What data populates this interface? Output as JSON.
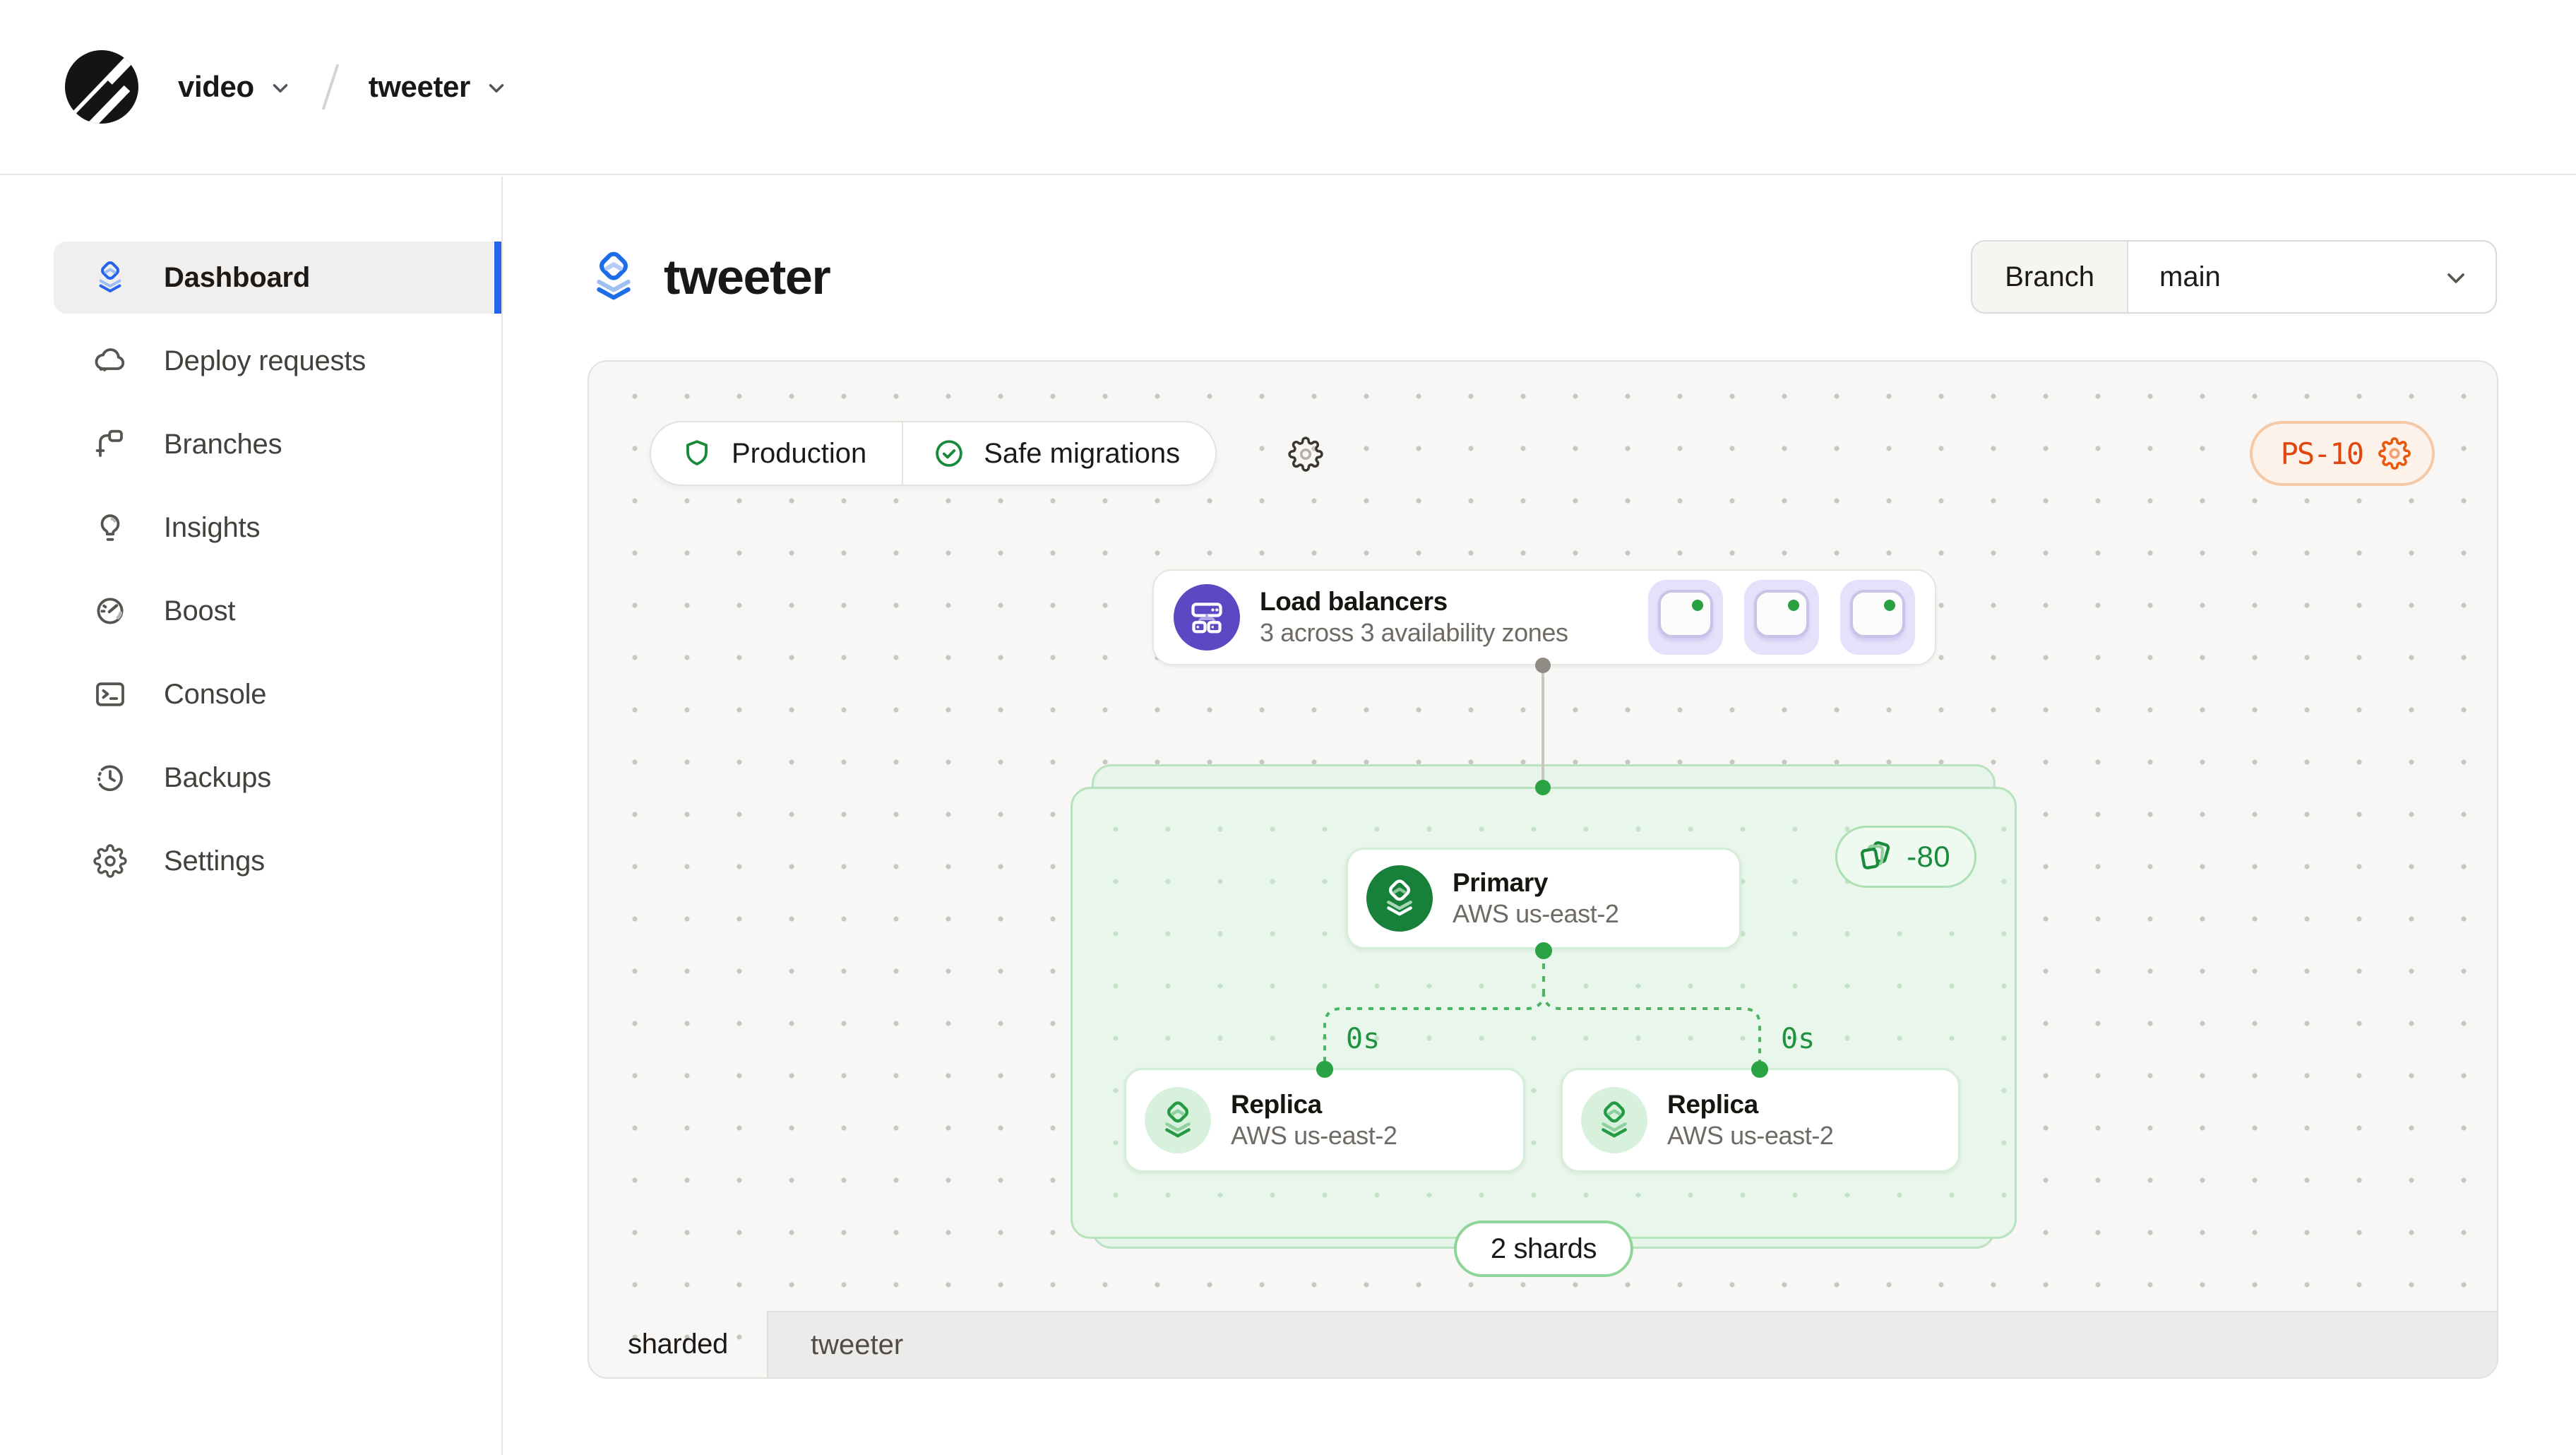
{
  "breadcrumb": {
    "org": "video",
    "database": "tweeter"
  },
  "sidebar": {
    "items": [
      {
        "label": "Dashboard",
        "icon": "layers-icon",
        "active": true
      },
      {
        "label": "Deploy requests",
        "icon": "cloud-icon",
        "active": false
      },
      {
        "label": "Branches",
        "icon": "branch-icon",
        "active": false
      },
      {
        "label": "Insights",
        "icon": "lightbulb-icon",
        "active": false
      },
      {
        "label": "Boost",
        "icon": "gauge-icon",
        "active": false
      },
      {
        "label": "Console",
        "icon": "terminal-icon",
        "active": false
      },
      {
        "label": "Backups",
        "icon": "clock-history-icon",
        "active": false
      },
      {
        "label": "Settings",
        "icon": "gear-icon",
        "active": false
      }
    ]
  },
  "page": {
    "title": "tweeter"
  },
  "branch": {
    "label": "Branch",
    "value": "main"
  },
  "canvas": {
    "badges": {
      "production": "Production",
      "safe_migrations": "Safe migrations",
      "cluster_size": "PS-10"
    },
    "load_balancers": {
      "title": "Load balancers",
      "subtitle": "3 across 3 availability zones",
      "zone_count": 3
    },
    "shard_group": {
      "qps_badge": "-80",
      "shards_label": "2 shards",
      "primary": {
        "title": "Primary",
        "region": "AWS us-east-2"
      },
      "replicas": [
        {
          "title": "Replica",
          "region": "AWS us-east-2",
          "lag": "0s"
        },
        {
          "title": "Replica",
          "region": "AWS us-east-2",
          "lag": "0s"
        }
      ]
    },
    "tabs": [
      {
        "label": "sharded",
        "active": true
      },
      {
        "label": "tweeter",
        "active": false
      }
    ]
  },
  "colors": {
    "accent_blue": "#2563eb",
    "green": "#1a8a3c",
    "green_light": "#e9f6eb",
    "purple": "#5a49c3",
    "lavender": "#e4e1fa",
    "orange": "#e0470e",
    "orange_bg": "#fdf2ea",
    "canvas_bg": "#f8f7f5",
    "status_dot_green": "#2ba043"
  }
}
